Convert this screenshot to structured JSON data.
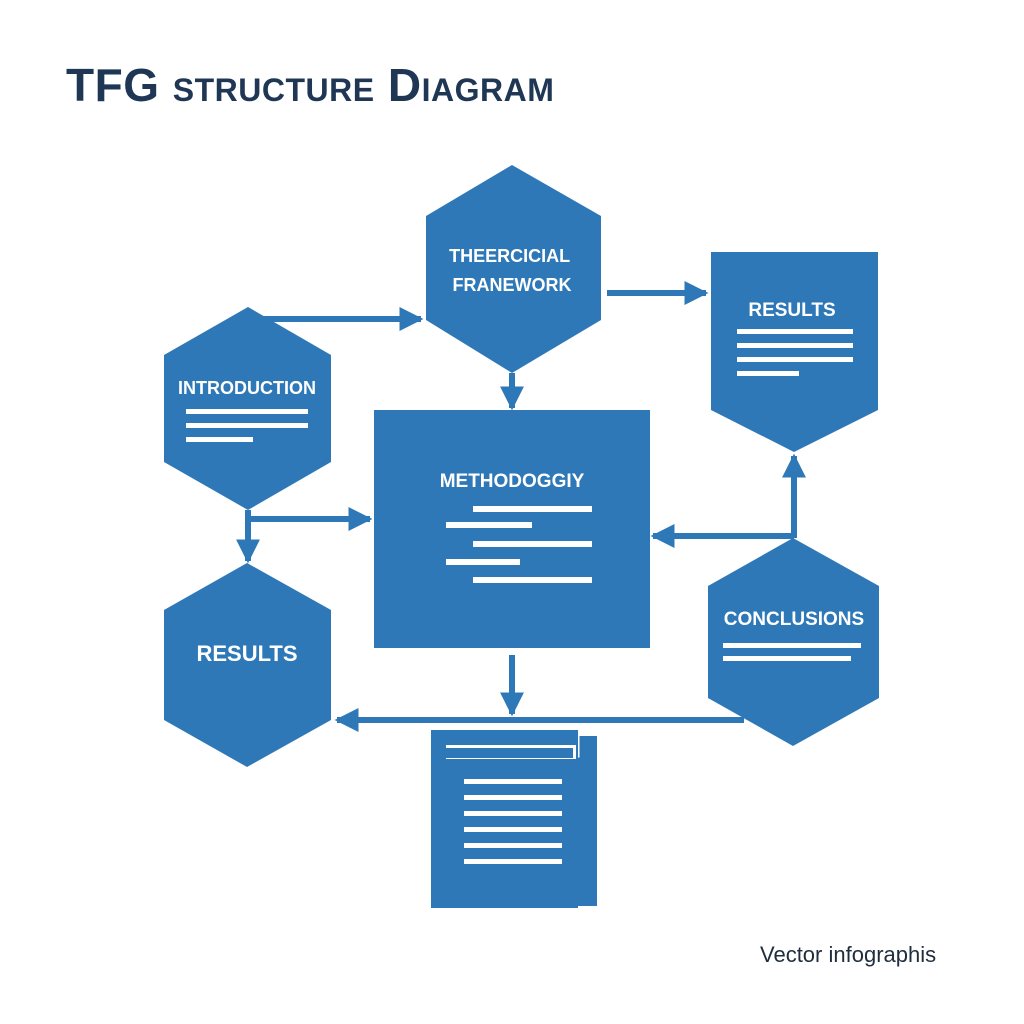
{
  "title": {
    "main": "TFG",
    "rest": " structure Diagram"
  },
  "nodes": {
    "theoretical_framework": [
      "THEERCICIAL",
      "FRANEWORK"
    ],
    "results_top": "RESULTS",
    "introduction": "INTRODUCTION",
    "methodology": "METHODOGGIY",
    "results_left": "RESULTS",
    "conclusions": "CONCLUSIONS"
  },
  "footer": {
    "credit": "Vector infographis"
  },
  "colors": {
    "primary": "#2f78b8",
    "title": "#1f3654",
    "background": "#ffffff"
  }
}
